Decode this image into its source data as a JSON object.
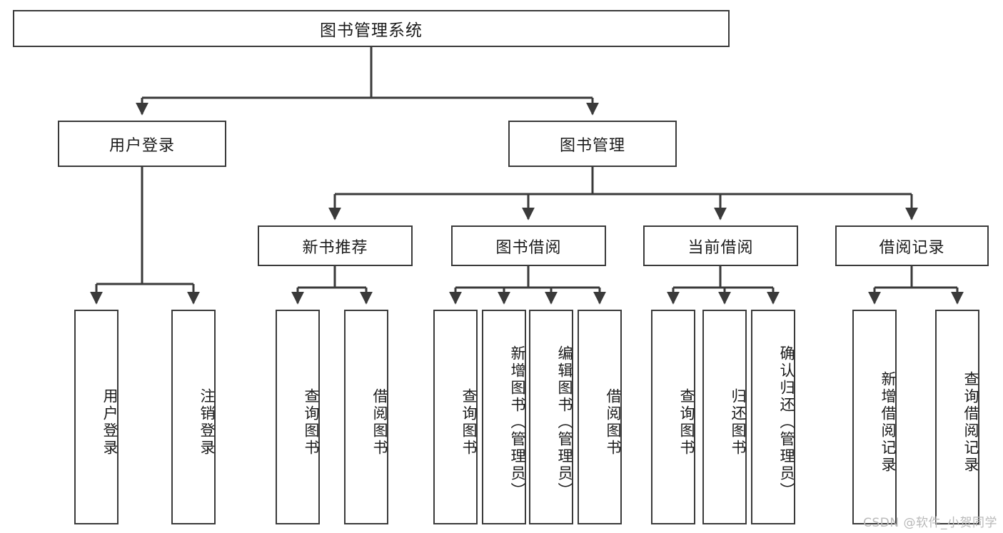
{
  "diagram": {
    "type": "tree",
    "title": "图书管理系统",
    "orientation": "top-down",
    "colors": {
      "box_border": "#3a3a3a",
      "box_fill": "#ffffff",
      "connector": "#3a3a3a",
      "text": "#1b1b1b",
      "watermark": "#b9b9b9"
    },
    "root": {
      "label": "图书管理系统"
    },
    "level2": [
      {
        "label": "用户登录"
      },
      {
        "label": "图书管理"
      }
    ],
    "level3": [
      {
        "label": "新书推荐"
      },
      {
        "label": "图书借阅"
      },
      {
        "label": "当前借阅"
      },
      {
        "label": "借阅记录"
      }
    ],
    "leaves": {
      "user_login": [
        {
          "label": "用户登录"
        },
        {
          "label": "注销登录"
        }
      ],
      "new_book_recommend": [
        {
          "label": "查询图书"
        },
        {
          "label": "借阅图书"
        }
      ],
      "book_borrow": [
        {
          "label": "查询图书"
        },
        {
          "label": "新增图书（管理员）"
        },
        {
          "label": "编辑图书（管理员）"
        },
        {
          "label": "借阅图书"
        }
      ],
      "current_borrow": [
        {
          "label": "查询图书"
        },
        {
          "label": "归还图书"
        },
        {
          "label": "确认归还（管理员）"
        }
      ],
      "borrow_records": [
        {
          "label": "新增借阅记录"
        },
        {
          "label": "查询借阅记录"
        }
      ]
    }
  },
  "watermark": {
    "text": "CSDN @软件_小贺同学"
  }
}
